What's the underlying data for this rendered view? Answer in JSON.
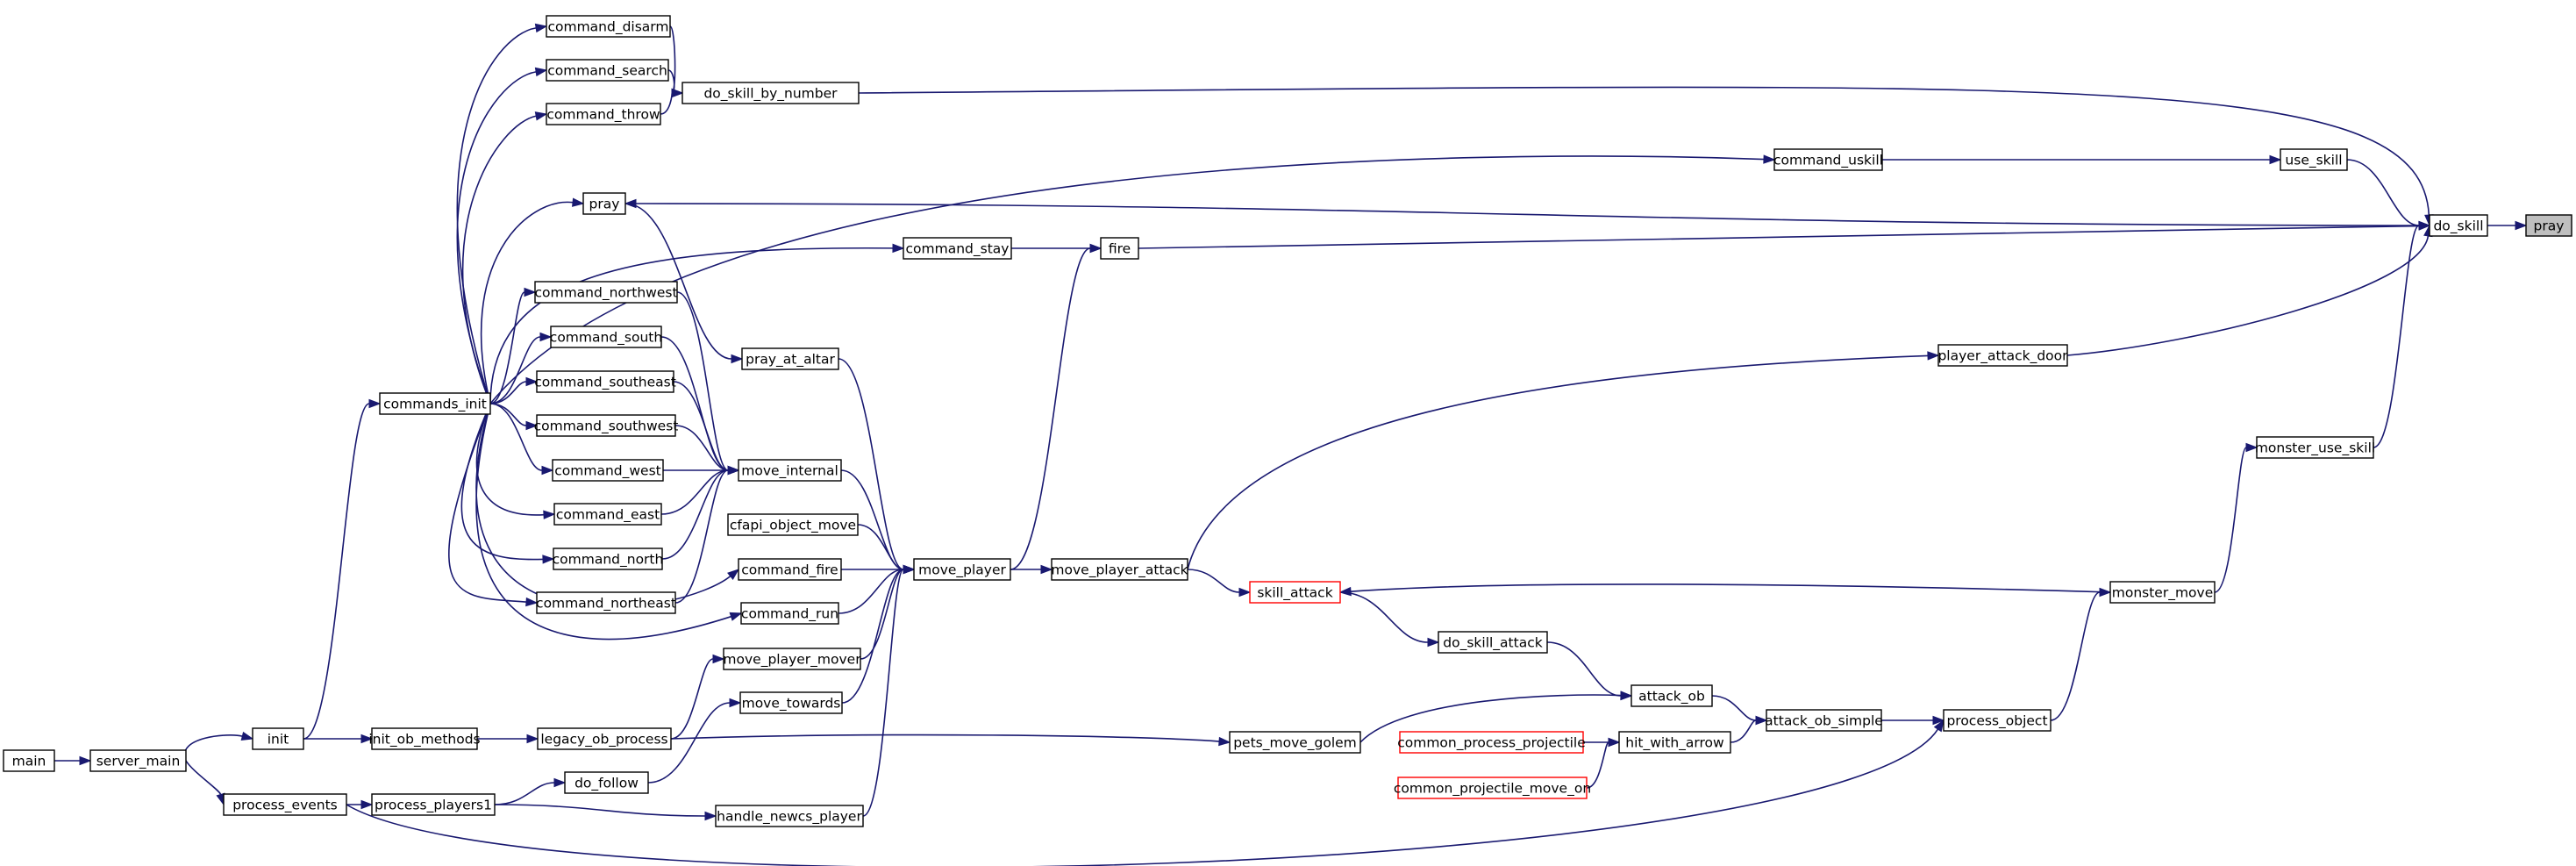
{
  "nodes": [
    {
      "id": "pray",
      "label": "pray",
      "highlight": true
    },
    {
      "id": "do_skill",
      "label": "do_skill"
    },
    {
      "id": "do_skill_by_number",
      "label": "do_skill_by_number"
    },
    {
      "id": "use_skill",
      "label": "use_skill"
    },
    {
      "id": "fire",
      "label": "fire"
    },
    {
      "id": "player_attack_door",
      "label": "player_attack_door"
    },
    {
      "id": "monster_use_skill",
      "label": "monster_use_skill"
    },
    {
      "id": "command_uskill",
      "label": "command_uskill"
    },
    {
      "id": "command_disarm",
      "label": "command_disarm"
    },
    {
      "id": "command_search",
      "label": "command_search"
    },
    {
      "id": "command_throw",
      "label": "command_throw"
    },
    {
      "id": "pray2",
      "label": "pray"
    },
    {
      "id": "command_stay",
      "label": "command_stay"
    },
    {
      "id": "commands_init",
      "label": "commands_init"
    },
    {
      "id": "command_northwest",
      "label": "command_northwest"
    },
    {
      "id": "command_south",
      "label": "command_south"
    },
    {
      "id": "command_southeast",
      "label": "command_southeast"
    },
    {
      "id": "command_southwest",
      "label": "command_southwest"
    },
    {
      "id": "command_west",
      "label": "command_west"
    },
    {
      "id": "command_east",
      "label": "command_east"
    },
    {
      "id": "command_north",
      "label": "command_north"
    },
    {
      "id": "command_northeast",
      "label": "command_northeast"
    },
    {
      "id": "pray_at_altar",
      "label": "pray_at_altar"
    },
    {
      "id": "move_internal",
      "label": "move_internal"
    },
    {
      "id": "cfapi_object_move",
      "label": "cfapi_object_move"
    },
    {
      "id": "command_fire",
      "label": "command_fire"
    },
    {
      "id": "command_run",
      "label": "command_run"
    },
    {
      "id": "move_player",
      "label": "move_player"
    },
    {
      "id": "move_player_attack",
      "label": "move_player_attack"
    },
    {
      "id": "skill_attack",
      "label": "skill_attack",
      "red": true
    },
    {
      "id": "monster_move",
      "label": "monster_move"
    },
    {
      "id": "do_skill_attack",
      "label": "do_skill_attack"
    },
    {
      "id": "move_player_mover",
      "label": "move_player_mover"
    },
    {
      "id": "move_towards",
      "label": "move_towards"
    },
    {
      "id": "attack_ob",
      "label": "attack_ob"
    },
    {
      "id": "attack_ob_simple",
      "label": "attack_ob_simple"
    },
    {
      "id": "process_object",
      "label": "process_object"
    },
    {
      "id": "init",
      "label": "init"
    },
    {
      "id": "init_ob_methods",
      "label": "init_ob_methods"
    },
    {
      "id": "legacy_ob_process",
      "label": "legacy_ob_process"
    },
    {
      "id": "pets_move_golem",
      "label": "pets_move_golem"
    },
    {
      "id": "common_process_projectile",
      "label": "common_process_projectile",
      "red": true
    },
    {
      "id": "hit_with_arrow",
      "label": "hit_with_arrow"
    },
    {
      "id": "main",
      "label": "main"
    },
    {
      "id": "server_main",
      "label": "server_main"
    },
    {
      "id": "do_follow",
      "label": "do_follow"
    },
    {
      "id": "common_projectile_move_on",
      "label": "common_projectile_move_on",
      "red": true
    },
    {
      "id": "process_events",
      "label": "process_events"
    },
    {
      "id": "process_players1",
      "label": "process_players1"
    },
    {
      "id": "handle_newcs_player",
      "label": "handle_newcs_player"
    }
  ],
  "edges": [
    {
      "from": "do_skill",
      "to": "pray"
    },
    {
      "from": "do_skill_by_number",
      "to": "do_skill"
    },
    {
      "from": "use_skill",
      "to": "do_skill"
    },
    {
      "from": "fire",
      "to": "do_skill"
    },
    {
      "from": "player_attack_door",
      "to": "do_skill"
    },
    {
      "from": "monster_use_skill",
      "to": "do_skill"
    },
    {
      "from": "do_skill",
      "to": "pray2"
    },
    {
      "from": "command_uskill",
      "to": "use_skill"
    },
    {
      "from": "command_disarm",
      "to": "do_skill_by_number"
    },
    {
      "from": "command_search",
      "to": "do_skill_by_number"
    },
    {
      "from": "command_throw",
      "to": "do_skill_by_number"
    },
    {
      "from": "commands_init",
      "to": "command_disarm"
    },
    {
      "from": "commands_init",
      "to": "command_search"
    },
    {
      "from": "commands_init",
      "to": "command_throw"
    },
    {
      "from": "commands_init",
      "to": "command_uskill"
    },
    {
      "from": "commands_init",
      "to": "pray2"
    },
    {
      "from": "commands_init",
      "to": "command_stay"
    },
    {
      "from": "commands_init",
      "to": "command_northwest"
    },
    {
      "from": "commands_init",
      "to": "command_south"
    },
    {
      "from": "commands_init",
      "to": "command_southeast"
    },
    {
      "from": "commands_init",
      "to": "command_southwest"
    },
    {
      "from": "commands_init",
      "to": "command_west"
    },
    {
      "from": "commands_init",
      "to": "command_east"
    },
    {
      "from": "commands_init",
      "to": "command_north"
    },
    {
      "from": "commands_init",
      "to": "command_northeast"
    },
    {
      "from": "commands_init",
      "to": "command_fire"
    },
    {
      "from": "commands_init",
      "to": "command_run"
    },
    {
      "from": "command_stay",
      "to": "fire"
    },
    {
      "from": "pray2",
      "to": "pray_at_altar"
    },
    {
      "from": "command_northwest",
      "to": "move_internal"
    },
    {
      "from": "command_south",
      "to": "move_internal"
    },
    {
      "from": "command_southeast",
      "to": "move_internal"
    },
    {
      "from": "command_southwest",
      "to": "move_internal"
    },
    {
      "from": "command_west",
      "to": "move_internal"
    },
    {
      "from": "command_east",
      "to": "move_internal"
    },
    {
      "from": "command_north",
      "to": "move_internal"
    },
    {
      "from": "command_northeast",
      "to": "move_internal"
    },
    {
      "from": "move_internal",
      "to": "move_player"
    },
    {
      "from": "pray_at_altar",
      "to": "move_player"
    },
    {
      "from": "cfapi_object_move",
      "to": "move_player"
    },
    {
      "from": "command_fire",
      "to": "move_player"
    },
    {
      "from": "command_run",
      "to": "move_player"
    },
    {
      "from": "move_player_mover",
      "to": "move_player"
    },
    {
      "from": "move_towards",
      "to": "move_player"
    },
    {
      "from": "handle_newcs_player",
      "to": "move_player"
    },
    {
      "from": "move_player",
      "to": "fire"
    },
    {
      "from": "move_player",
      "to": "move_player_attack"
    },
    {
      "from": "move_player_attack",
      "to": "player_attack_door"
    },
    {
      "from": "move_player_attack",
      "to": "skill_attack"
    },
    {
      "from": "monster_move",
      "to": "skill_attack"
    },
    {
      "from": "monster_move",
      "to": "monster_use_skill"
    },
    {
      "from": "skill_attack",
      "to": "do_skill_attack"
    },
    {
      "from": "do_skill_attack",
      "to": "attack_ob"
    },
    {
      "from": "attack_ob",
      "to": "attack_ob_simple"
    },
    {
      "from": "pets_move_golem",
      "to": "attack_ob"
    },
    {
      "from": "hit_with_arrow",
      "to": "attack_ob_simple"
    },
    {
      "from": "attack_ob_simple",
      "to": "process_object"
    },
    {
      "from": "process_object",
      "to": "monster_move"
    },
    {
      "from": "common_process_projectile",
      "to": "hit_with_arrow"
    },
    {
      "from": "common_projectile_move_on",
      "to": "hit_with_arrow"
    },
    {
      "from": "legacy_ob_process",
      "to": "move_player_mover"
    },
    {
      "from": "legacy_ob_process",
      "to": "pets_move_golem"
    },
    {
      "from": "init_ob_methods",
      "to": "legacy_ob_process"
    },
    {
      "from": "init",
      "to": "init_ob_methods"
    },
    {
      "from": "init",
      "to": "commands_init"
    },
    {
      "from": "server_main",
      "to": "init"
    },
    {
      "from": "server_main",
      "to": "process_events"
    },
    {
      "from": "main",
      "to": "server_main"
    },
    {
      "from": "process_events",
      "to": "process_players1"
    },
    {
      "from": "process_events",
      "to": "process_object"
    },
    {
      "from": "process_players1",
      "to": "do_follow"
    },
    {
      "from": "process_players1",
      "to": "handle_newcs_player"
    },
    {
      "from": "do_follow",
      "to": "move_towards"
    }
  ]
}
